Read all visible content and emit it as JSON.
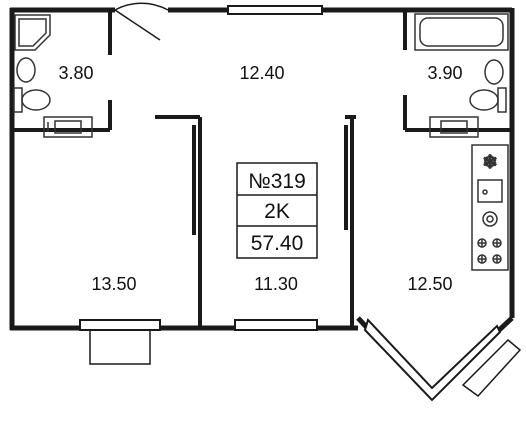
{
  "apartment": {
    "number": "№319",
    "type": "2K",
    "total_area": "57.40"
  },
  "rooms": [
    {
      "id": "bathroom-left",
      "area": "3.80"
    },
    {
      "id": "hall",
      "area": "12.40"
    },
    {
      "id": "bathroom-right",
      "area": "3.90"
    },
    {
      "id": "bedroom-left",
      "area": "13.50"
    },
    {
      "id": "room-middle",
      "area": "11.30"
    },
    {
      "id": "kitchen",
      "area": "12.50"
    }
  ],
  "colors": {
    "wall": "#1a1a1a",
    "fixture": "#333333",
    "background": "#ffffff"
  }
}
